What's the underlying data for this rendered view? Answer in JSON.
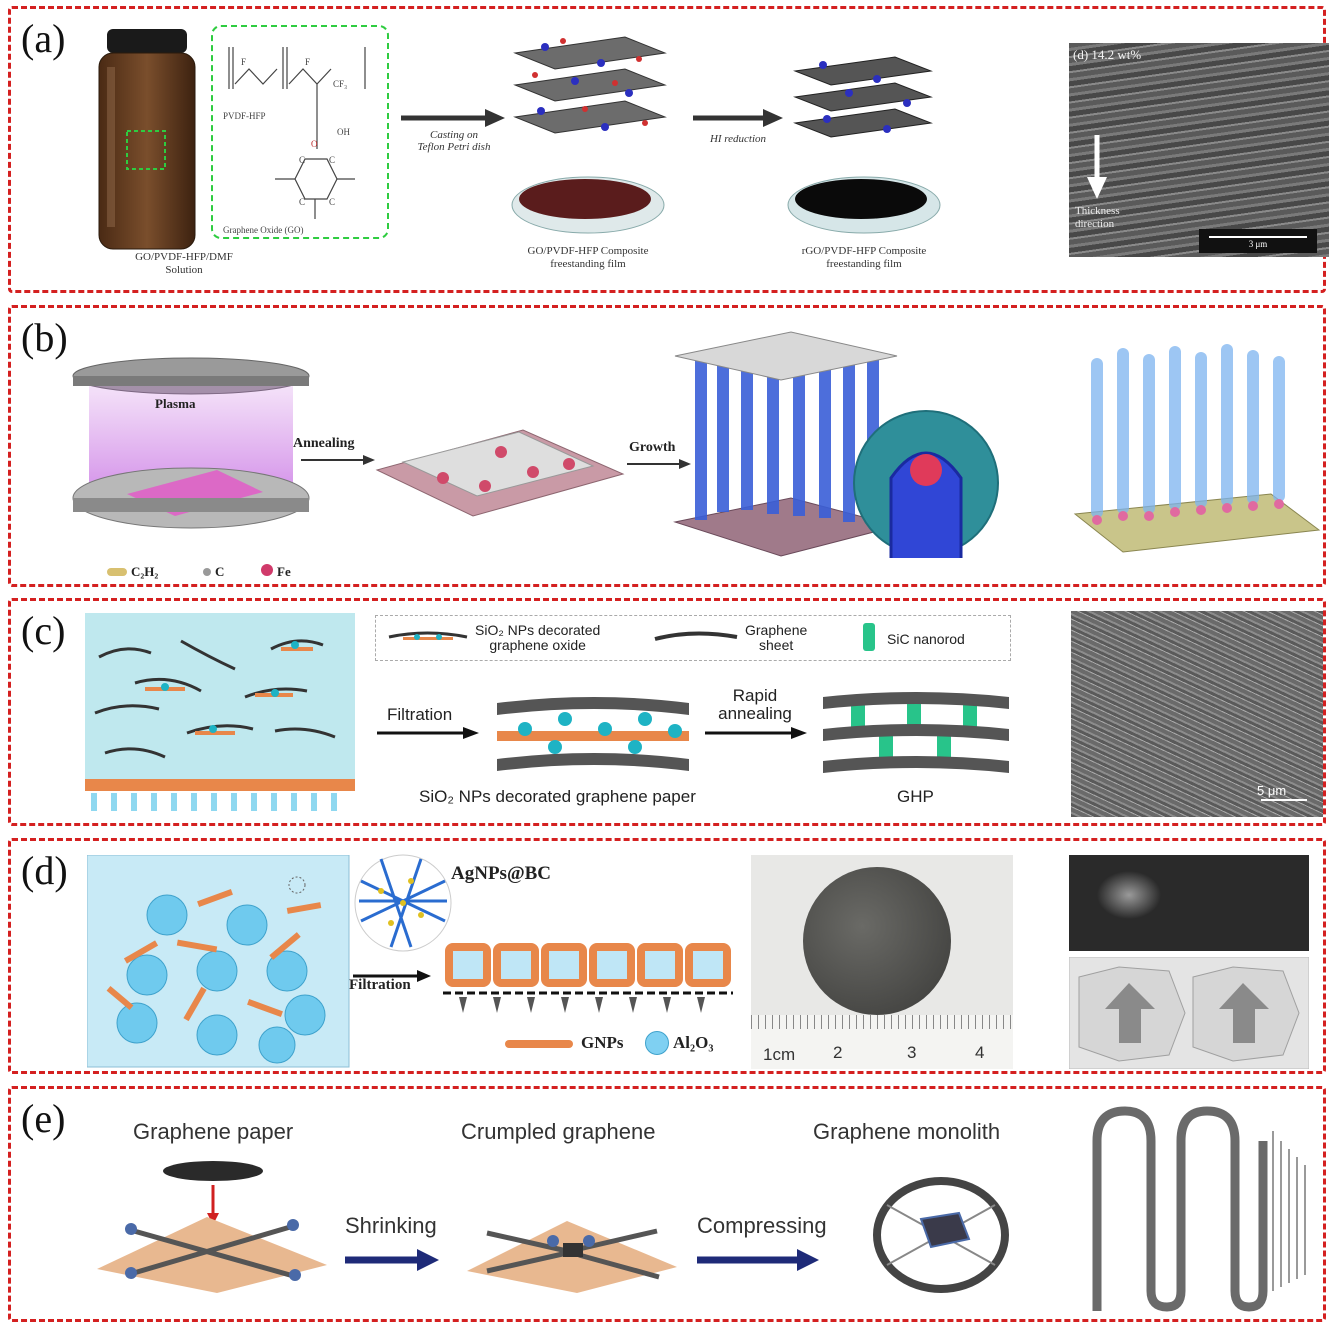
{
  "panels": {
    "a": {
      "label": "(a)",
      "solution_caption_1": "GO/PVDF-HFP/DMF",
      "solution_caption_2": "Solution",
      "pvdf_label": "PVDF-HFP",
      "go_label": "Graphene Oxide (GO)",
      "chem_f": "F",
      "chem_cf3": "CF₃",
      "chem_o": "O",
      "chem_oh": "OH",
      "chem_c": "C",
      "step1_1": "Casting on",
      "step1_2": "Teflon Petri dish",
      "step2": "HI reduction",
      "film1_1": "GO/PVDF-HFP Composite",
      "film1_2": "freestanding film",
      "film2_1": "rGO/PVDF-HFP Composite",
      "film2_2": "freestanding film",
      "sem_label": "(d) 14.2 wt%",
      "thickness_1": "Thickness",
      "thickness_2": "direction",
      "scale": "3 μm"
    },
    "b": {
      "label": "(b)",
      "plasma": "Plasma",
      "annealing": "Annealing",
      "growth": "Growth",
      "legend_c2h2": "C₂H₂",
      "legend_c": "C",
      "legend_fe": "Fe"
    },
    "c": {
      "label": "(c)",
      "legend_sio2_1": "SiO₂ NPs decorated",
      "legend_sio2_2": "graphene oxide",
      "legend_graphene_1": "Graphene",
      "legend_graphene_2": "sheet",
      "legend_sic": "SiC nanorod",
      "filtration": "Filtration",
      "rapid_1": "Rapid",
      "rapid_2": "annealing",
      "paper_caption": "SiO₂ NPs decorated graphene paper",
      "ghp": "GHP",
      "scale": "5 μm"
    },
    "d": {
      "label": "(d)",
      "agnps": "AgNPs@BC",
      "filtration": "Filtration",
      "gnps": "GNPs",
      "al2o3": "Al₂O₃",
      "ruler_cm": "1cm",
      "ruler_2": "2",
      "ruler_3": "3",
      "ruler_4": "4"
    },
    "e": {
      "label": "(e)",
      "graphene_paper": "Graphene paper",
      "crumpled": "Crumpled graphene",
      "monolith": "Graphene monolith",
      "shrinking": "Shrinking",
      "compressing": "Compressing"
    }
  },
  "colors": {
    "border": "#d42020",
    "navy_arrow": "#1e2a78",
    "go_orange": "#e8874a",
    "sphere_blue": "#7fd0f2",
    "cnt_blue": "#3a5fd8",
    "sic_green": "#28c48a"
  }
}
